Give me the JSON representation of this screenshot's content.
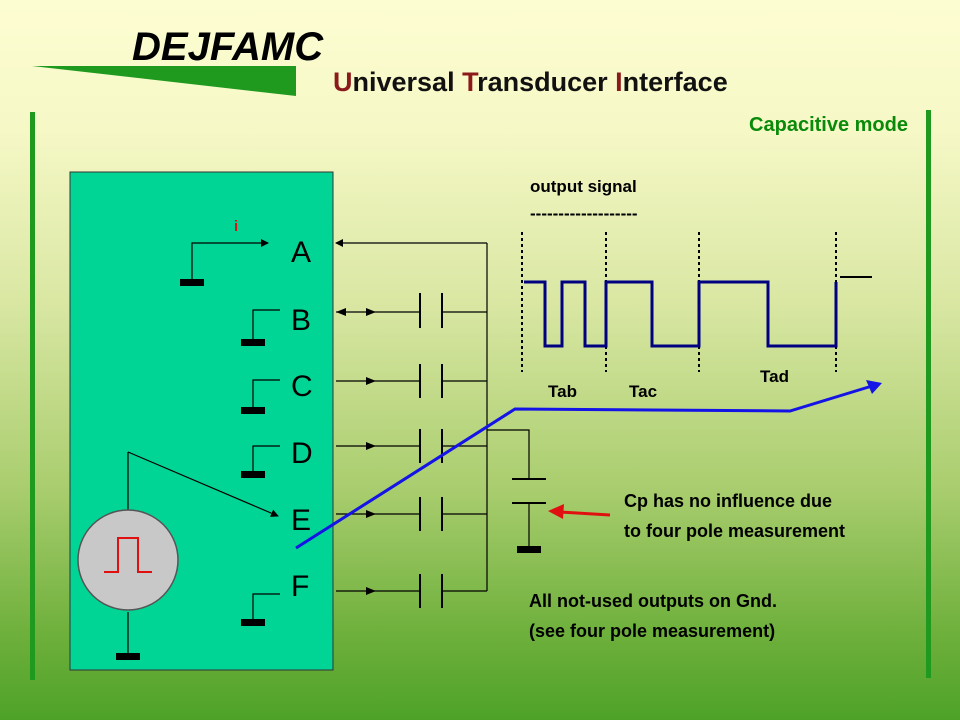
{
  "header": {
    "logo_text": "DEJFAMC",
    "title_parts": [
      {
        "text": "U",
        "color": "#8b1a1a"
      },
      {
        "text": "niversal ",
        "color": "#111111"
      },
      {
        "text": "T",
        "color": "#8b1a1a"
      },
      {
        "text": "ransducer ",
        "color": "#111111"
      },
      {
        "text": "I",
        "color": "#8b1a1a"
      },
      {
        "text": "nterface",
        "color": "#111111"
      }
    ],
    "mode": "Capacitive mode"
  },
  "colors": {
    "panel": "#00d595",
    "green_accent": "#1f9a1f",
    "mode_text": "#0a8a0a",
    "blue_line": "#1414e6",
    "red_arrow": "#e01010",
    "current_label": "#e01010",
    "waveform": "#000080"
  },
  "diagram": {
    "current_label": "i",
    "terminals": [
      "A",
      "B",
      "C",
      "D",
      "E",
      "F"
    ],
    "signal_title": "output signal",
    "signal_underline": "-------------------",
    "intervals": [
      "Tab",
      "Tac",
      "Tad"
    ],
    "cp_note": [
      "Cp has no influence due",
      "to four pole measurement"
    ],
    "gnd_note": [
      "All not-used outputs on Gnd.",
      "(see four pole measurement)"
    ]
  },
  "icons": {
    "logo": "dejfamc-logo-icon",
    "source": "pulse-generator-icon",
    "ground": "ground-icon"
  }
}
